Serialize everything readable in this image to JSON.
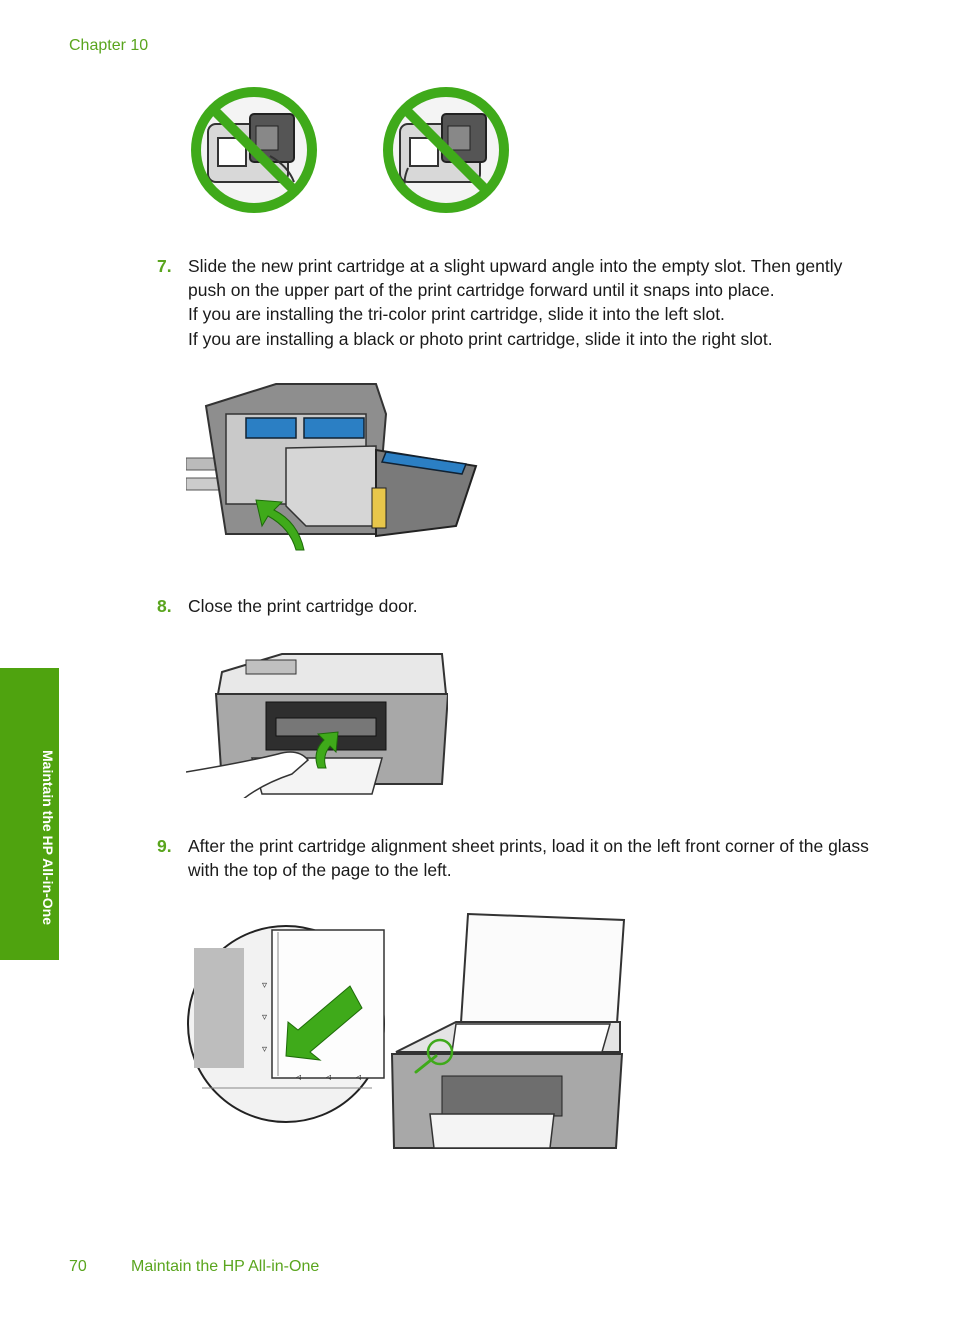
{
  "header": {
    "chapter": "Chapter 10"
  },
  "side_tab": {
    "label": "Maintain the HP All-in-One"
  },
  "steps": [
    {
      "number": "7.",
      "lines": [
        "Slide the new print cartridge at a slight upward angle into the empty slot. Then gently push on the upper part of the print cartridge forward until it snaps into place.",
        "If you are installing the tri-color print cartridge, slide it into the left slot.",
        "If you are installing a black or photo print cartridge, slide it into the right slot."
      ]
    },
    {
      "number": "8.",
      "lines": [
        "Close the print cartridge door."
      ]
    },
    {
      "number": "9.",
      "lines": [
        "After the print cartridge alignment sheet prints, load it on the left front corner of the glass with the top of the page to the left."
      ]
    }
  ],
  "footer": {
    "page_number": "70",
    "section_title": "Maintain the HP All-in-One"
  },
  "colors": {
    "accent": "#5aa51e",
    "tab": "#4fa30f",
    "icon_green": "#3faa1a",
    "cartridge_blue": "#2b7fc4"
  }
}
